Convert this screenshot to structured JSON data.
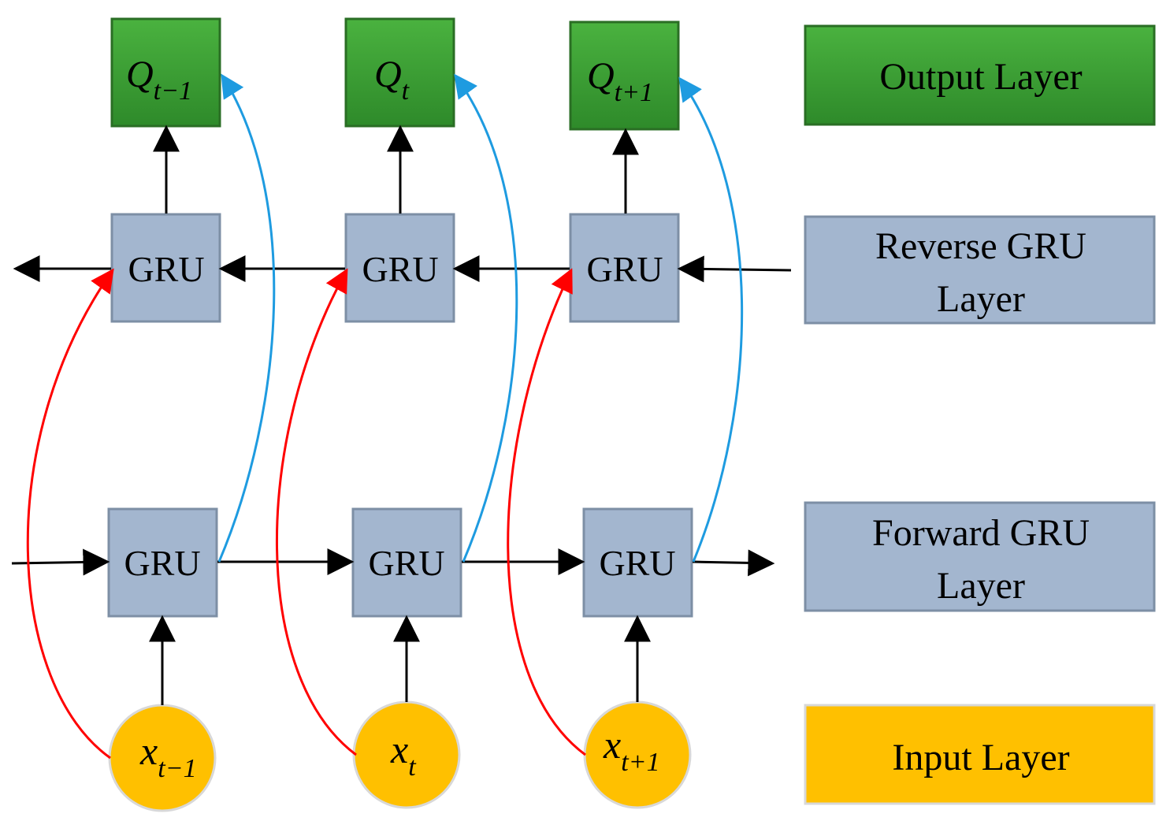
{
  "legend": {
    "output": "Output Layer",
    "reverse_line1": "Reverse GRU",
    "reverse_line2": "Layer",
    "forward_line1": "Forward GRU",
    "forward_line2": "Layer",
    "input": "Input Layer"
  },
  "gru_label": "GRU",
  "outputs": [
    {
      "base": "Q",
      "sub": "t−1"
    },
    {
      "base": "Q",
      "sub": "t"
    },
    {
      "base": "Q",
      "sub": "t+1"
    }
  ],
  "inputs": [
    {
      "base": "x",
      "sub": "t−1"
    },
    {
      "base": "x",
      "sub": "t"
    },
    {
      "base": "x",
      "sub": "t+1"
    }
  ],
  "colors": {
    "output_fill_light": "#4ab23f",
    "output_fill_dark": "#2e8a2a",
    "output_stroke": "#2a6e24",
    "gru_fill": "#a3b6cf",
    "gru_stroke": "#7d8fa5",
    "input_fill": "#ffc000",
    "input_stroke": "#d8d8d8",
    "red_arrow": "#ff0000",
    "blue_arrow": "#1e9be0",
    "black_arrow": "#000000"
  }
}
